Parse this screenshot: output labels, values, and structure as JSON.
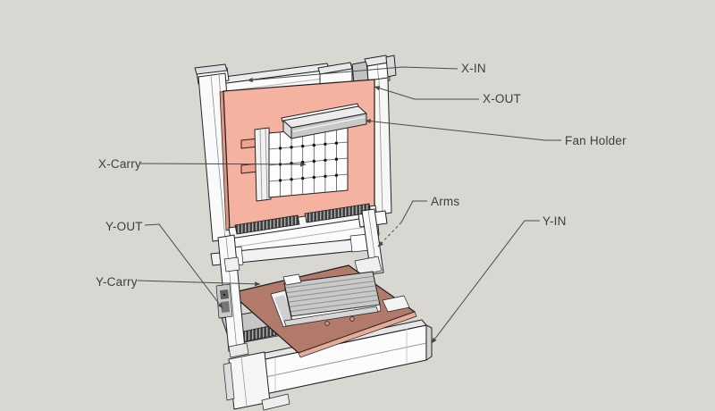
{
  "diagram": {
    "description": "3D CAD style illustration of an X-Y gantry machine with callout labels",
    "background_color": "#d8d7d1",
    "leader_line_color": "#4a4a4a",
    "label_text_color": "#3e3e3c",
    "part_colors": {
      "x_panel_pink": "#f5b2a0",
      "panel_edge_pink": "#dd9683",
      "y_plate_brown": "#b17a6b",
      "plate_edge_light": "#e6ac99",
      "bed_gray": "#c9c9c9",
      "frame_white": "#fbfbfb",
      "rack_dark": "#3f3f3f"
    },
    "labels": {
      "x_in": "X-IN",
      "x_out": "X-OUT",
      "fan_holder": "Fan Holder",
      "x_carry": "X-Carry",
      "arms": "Arms",
      "y_in": "Y-IN",
      "y_out": "Y-OUT",
      "y_carry": "Y-Carry"
    }
  }
}
